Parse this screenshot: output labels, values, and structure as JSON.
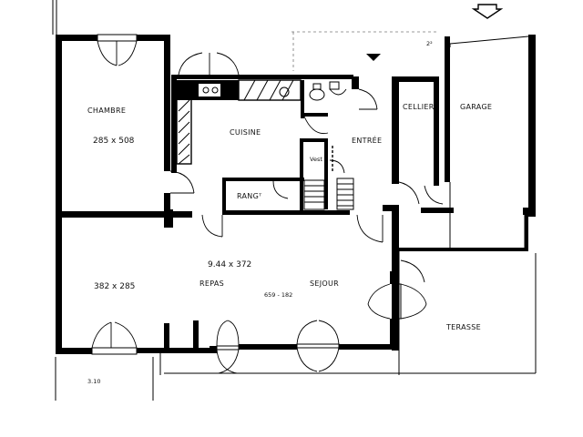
{
  "rooms": {
    "chambre": {
      "label": "CHAMBRE",
      "dims": "285 x 508"
    },
    "cuisine": {
      "label": "CUISINE"
    },
    "entree": {
      "label": "ENTRÉE"
    },
    "vest": {
      "label": "Vest"
    },
    "rangt": {
      "label": "RANGᵀ"
    },
    "cellier": {
      "label": "CELLIER"
    },
    "garage": {
      "label": "GARAGE"
    },
    "sejour_area": {
      "dims": "9.44 x 372"
    },
    "bedroom2": {
      "dims": "382 x 285"
    },
    "repas": {
      "label": "REPAS"
    },
    "sejour": {
      "label": "SEJOUR",
      "sub": "659 - 182"
    },
    "terrasse": {
      "label": "TERASSE"
    }
  },
  "annotations": {
    "bottom_dim": "3.10"
  }
}
